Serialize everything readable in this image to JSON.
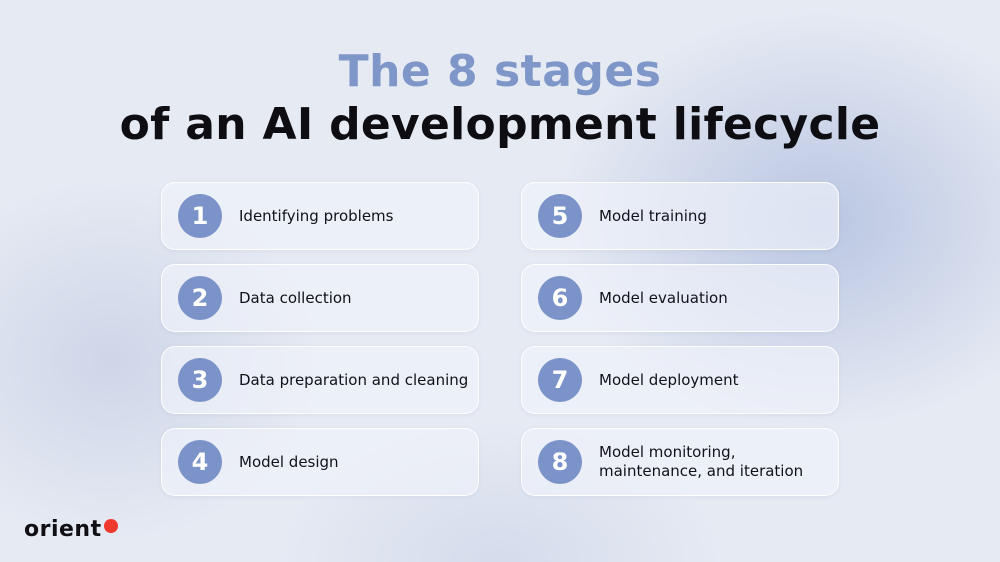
{
  "title": {
    "line1": "The 8 stages",
    "line2": "of an AI development lifecycle"
  },
  "colors": {
    "accent": "#7b93c8",
    "title_accent": "#7f97c8",
    "logo_dot": "#f03a2e"
  },
  "stages": [
    {
      "number": "1",
      "label": "Identifying problems"
    },
    {
      "number": "2",
      "label": "Data collection"
    },
    {
      "number": "3",
      "label": "Data preparation and cleaning"
    },
    {
      "number": "4",
      "label": "Model design"
    },
    {
      "number": "5",
      "label": "Model training"
    },
    {
      "number": "6",
      "label": "Model evaluation"
    },
    {
      "number": "7",
      "label": "Model deployment"
    },
    {
      "number": "8",
      "label": "Model monitoring,\nmaintenance, and iteration"
    }
  ],
  "brand": {
    "logo_text": "orient"
  }
}
